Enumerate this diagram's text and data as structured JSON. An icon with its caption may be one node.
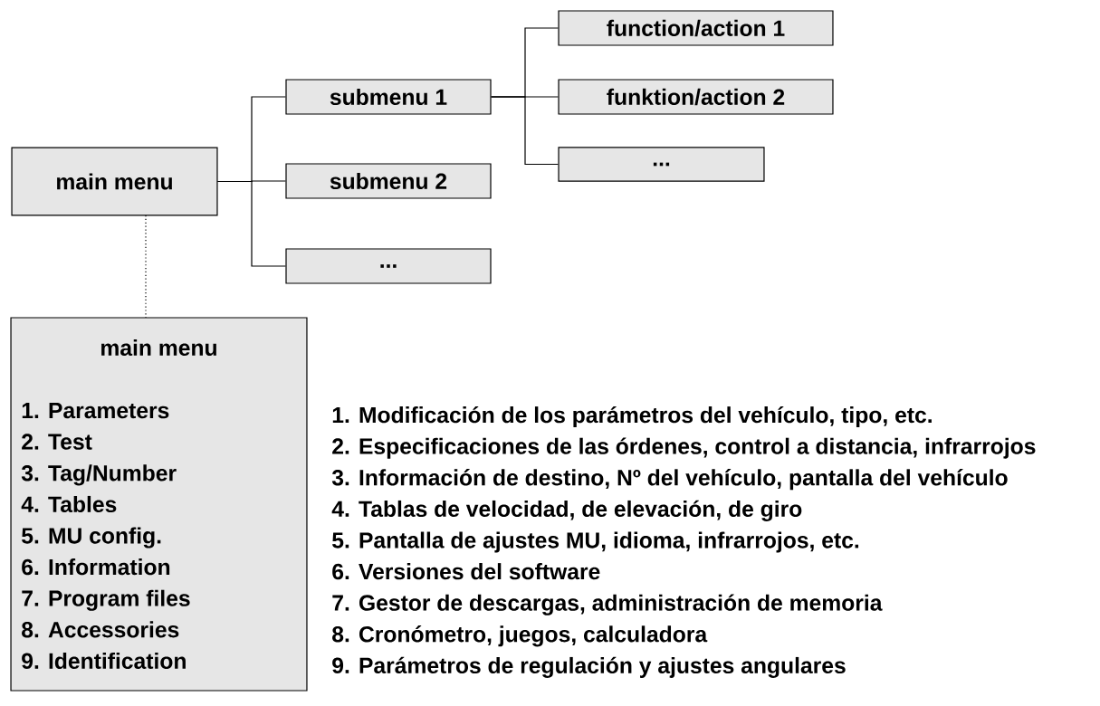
{
  "diagram": {
    "nodes": [
      {
        "text": [
          "main menu"
        ]
      },
      {
        "text": [
          "submenu 1"
        ]
      },
      {
        "text": [
          "submenu 2"
        ]
      },
      {
        "text": [
          "..."
        ]
      },
      {
        "text": [
          "function/action 1"
        ]
      },
      {
        "text": [
          "funktion/action 2"
        ]
      },
      {
        "text": [
          "..."
        ]
      },
      {
        "text": [
          "main menu",
          "1. Parameters",
          "2. Test",
          "3. Tag/Number",
          "4. Tables",
          "5. MU config.",
          "6. Information",
          "7. Program files",
          "8. Accessories",
          "9. Identification"
        ]
      }
    ],
    "edges": [
      {
        "from": 0,
        "to": 1,
        "arrow": "none"
      },
      {
        "from": 0,
        "to": 2,
        "arrow": "none"
      },
      {
        "from": 0,
        "to": 3,
        "arrow": "none"
      },
      {
        "from": 1,
        "to": 4,
        "arrow": "none"
      },
      {
        "from": 1,
        "to": 5,
        "arrow": "none"
      },
      {
        "from": 1,
        "to": 6,
        "arrow": "none"
      },
      {
        "from": 0,
        "to": 7,
        "arrow": "none",
        "style": "dashed"
      }
    ],
    "labels": [
      "1. Modificación de los parámetros del vehículo, tipo, etc.",
      "2. Especificaciones de las órdenes, control a distancia, infrarrojos",
      "3. Información de destino, Nº del vehículo, pantalla del vehículo",
      "4. Tablas de velocidad, de elevación, de giro",
      "5. Pantalla de ajustes MU, idioma, infrarrojos, etc.",
      "6. Versiones del software",
      "7. Gestor de descargas, administración de memoria",
      "8. Cronómetro, juegos, calculadora",
      "9. Parámetros de regulación y ajustes angulares"
    ]
  }
}
